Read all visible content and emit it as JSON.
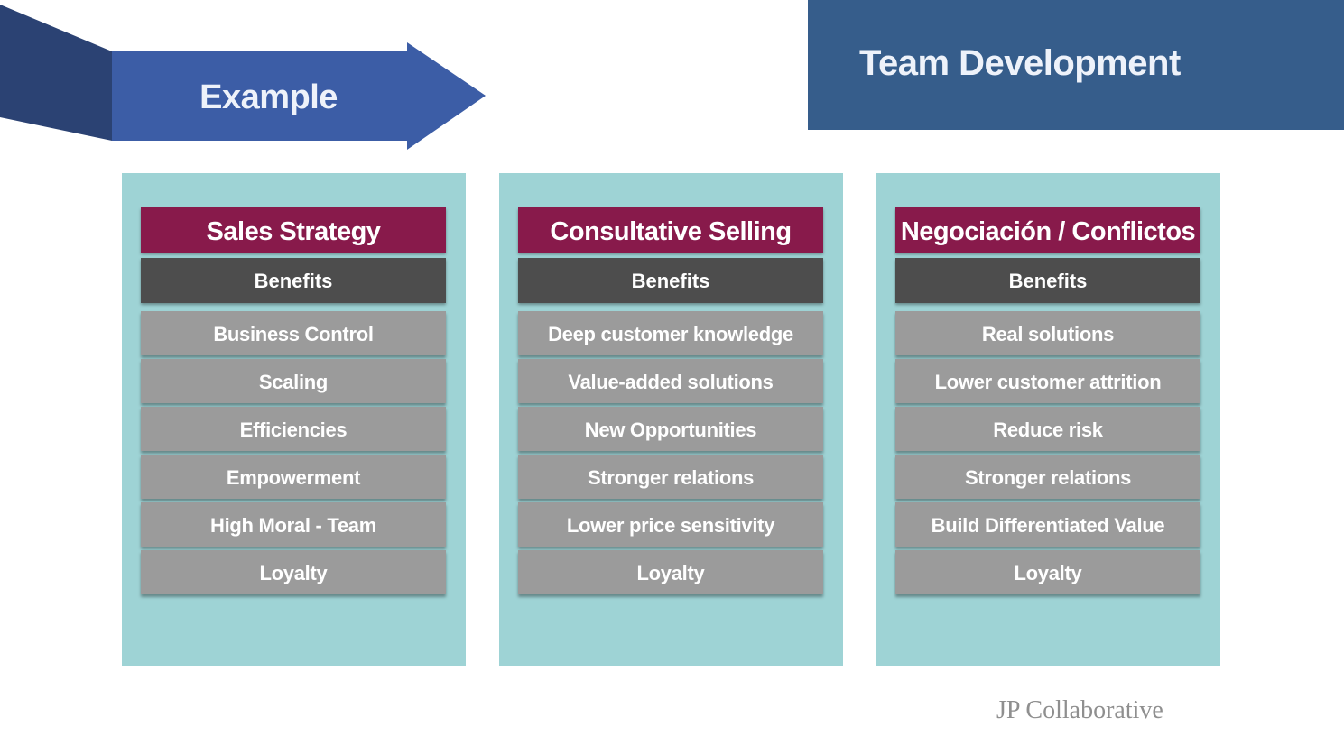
{
  "header": {
    "arrow_label": "Example",
    "banner_title": "Team Development"
  },
  "colors": {
    "arrow_dark": "#2b4273",
    "arrow_main": "#3c5da6",
    "banner": "#365d8b",
    "panel_bg": "#9ed3d5",
    "title_bar": "#881a4b",
    "benefits_header": "#4d4d4d",
    "benefit_item": "#9b9b9b"
  },
  "panels": [
    {
      "title": "Sales Strategy",
      "benefits_label": "Benefits",
      "items": [
        "Business Control",
        "Scaling",
        "Efficiencies",
        "Empowerment",
        "High Moral - Team",
        "Loyalty"
      ]
    },
    {
      "title": "Consultative Selling",
      "benefits_label": "Benefits",
      "items": [
        "Deep customer knowledge",
        "Value-added solutions",
        "New Opportunities",
        "Stronger relations",
        "Lower price sensitivity",
        "Loyalty"
      ]
    },
    {
      "title": "Negociación / Conflictos",
      "benefits_label": "Benefits",
      "items": [
        "Real solutions",
        "Lower customer attrition",
        "Reduce risk",
        "Stronger relations",
        "Build Differentiated Value",
        "Loyalty"
      ]
    }
  ],
  "footer": {
    "brand": "JP Collaborative"
  }
}
